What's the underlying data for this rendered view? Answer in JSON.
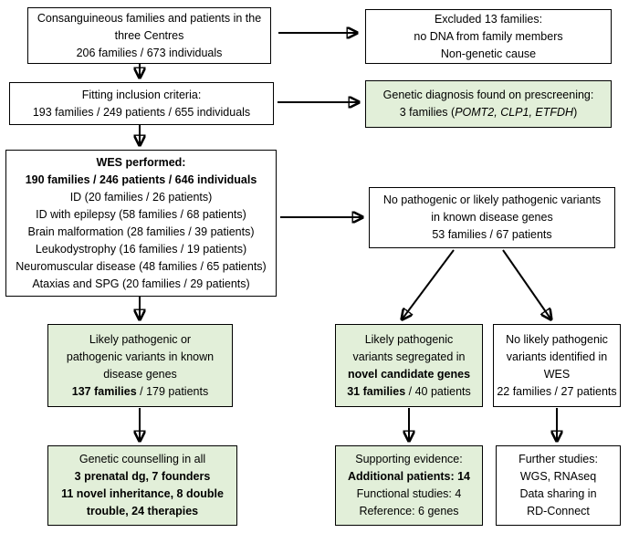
{
  "colors": {
    "green_fill": "#e2efd9",
    "box_border": "#000000",
    "arrow": "#000000",
    "background": "#ffffff"
  },
  "boxes": {
    "source": {
      "line1": "Consanguineous families and  patients in the",
      "line2": "three Centres",
      "line3": "206 families /  673 individuals"
    },
    "excluded": {
      "line1": "Excluded 13 families:",
      "line2": "no DNA from family members",
      "line3": "Non-genetic cause"
    },
    "inclusion": {
      "line1": "Fitting inclusion criteria:",
      "line2": "193 families / 249 patients / 655 individuals"
    },
    "prescreening": {
      "line1": "Genetic diagnosis found on prescreening:",
      "line2_pre": "3 families (",
      "line2_genes": "POMT2, CLP1, ETFDH",
      "line2_post": ")"
    },
    "wes": {
      "line1": "WES performed:",
      "line2": "190 families / 246 patients / 646 individuals",
      "line3": "ID (20 families /  26 patients)",
      "line4": "ID with epilepsy (58 families / 68 patients)",
      "line5": "Brain malformation (28 families / 39 patients)",
      "line6": "Leukodystrophy (16 families /  19 patients)",
      "line7": "Neuromuscular disease (48 families / 65 patients)",
      "line8": "Ataxias and  SPG (20 families / 29 patients)"
    },
    "no_pathogenic": {
      "line1": "No pathogenic or likely pathogenic variants",
      "line2": "in known disease genes",
      "line3": "53 families / 67 patients"
    },
    "known_genes": {
      "line1": "Likely pathogenic or",
      "line2": "pathogenic variants in known",
      "line3": "disease genes",
      "line4_bold": "137 families",
      "line4_rest": " / 179 patients"
    },
    "novel_genes": {
      "line1": "Likely pathogenic",
      "line2": "variants segregated in",
      "line3_bold": "novel candidate genes",
      "line4_bold": "31 families",
      "line4_rest": " / 40 patients"
    },
    "no_variants": {
      "line1": "No likely pathogenic",
      "line2": "variants identified in",
      "line3": "WES",
      "line4": "22 families / 27 patients"
    },
    "counselling": {
      "line1": "Genetic counselling in all",
      "line2": "3 prenatal dg, 7 founders",
      "line3": "11 novel inheritance, 8 double",
      "line4": "trouble, 24 therapies"
    },
    "supporting": {
      "line1": "Supporting evidence:",
      "line2": "Additional patients: 14",
      "line3": "Functional studies: 4",
      "line4": "Reference: 6 genes"
    },
    "further": {
      "line1": "Further studies:",
      "line2": "WGS, RNAseq",
      "line3": "Data sharing in",
      "line4": "RD-Connect"
    }
  }
}
